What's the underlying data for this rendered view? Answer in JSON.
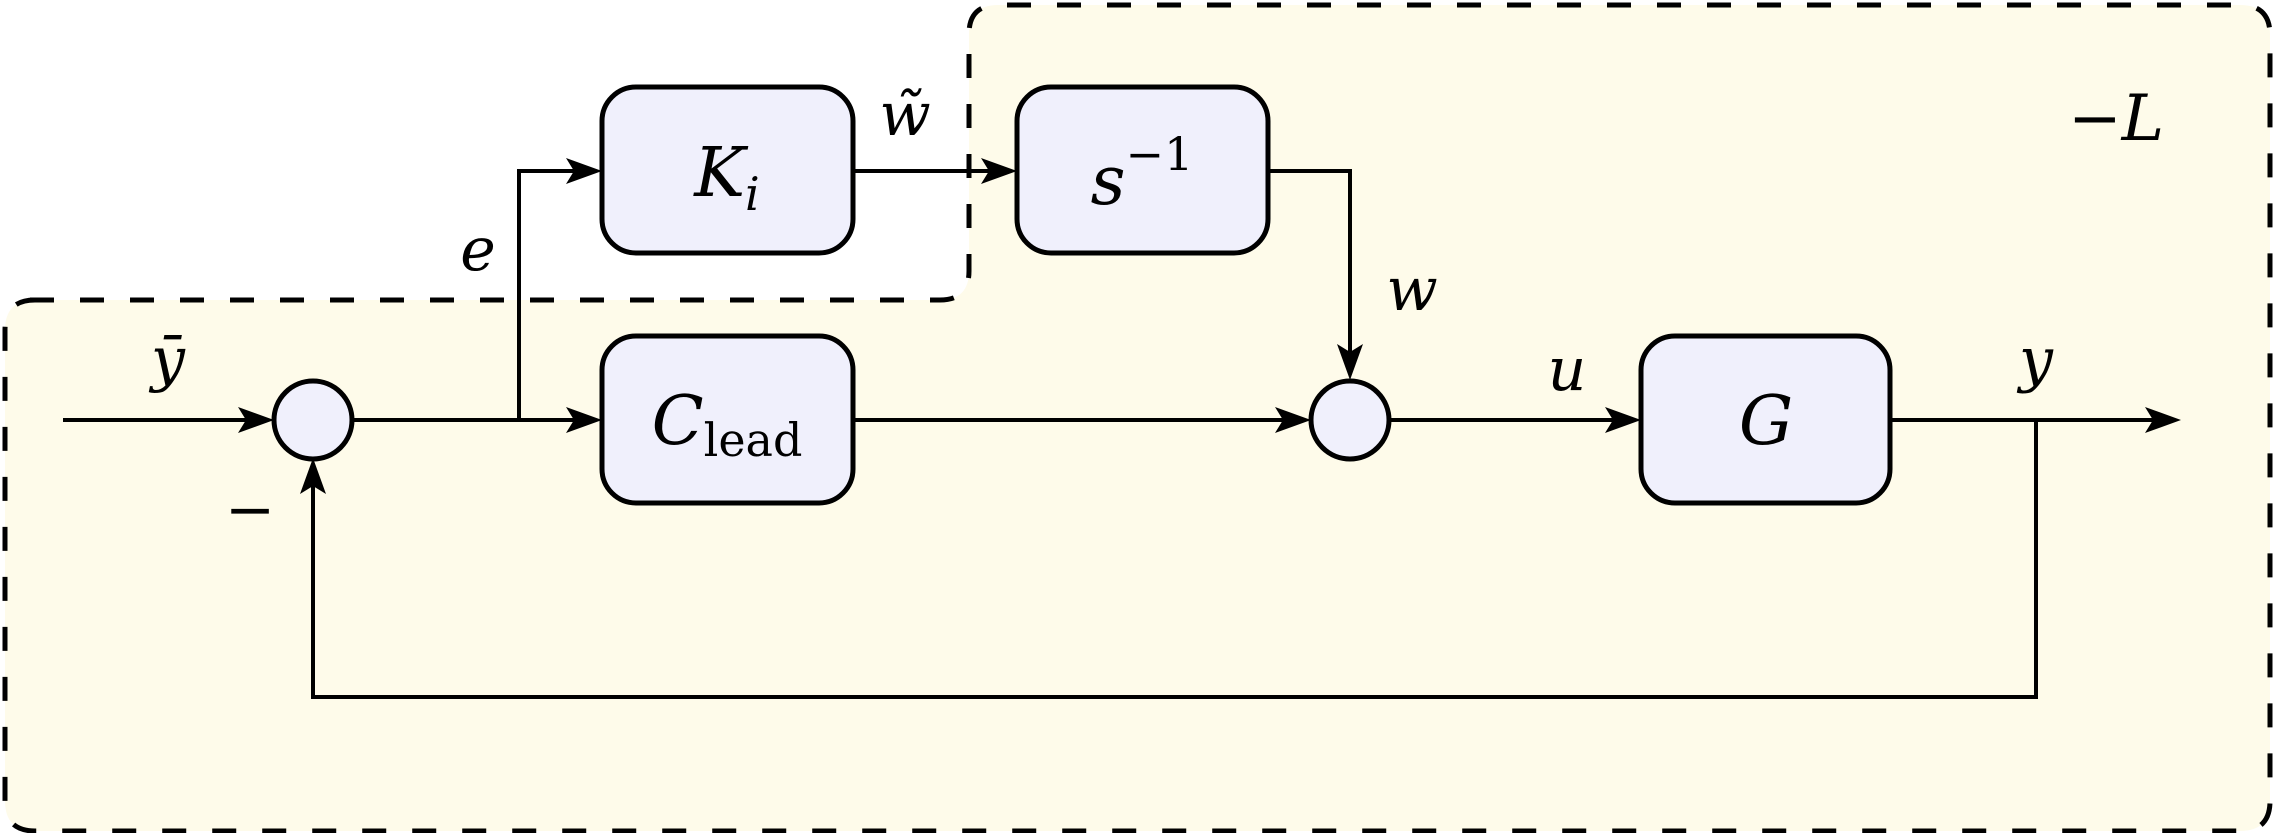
{
  "diagram": {
    "title": "",
    "region_label": "−L",
    "colors": {
      "region_fill": "#fefbea",
      "block_fill": "#f0f0fc",
      "stroke": "#000000"
    },
    "blocks": {
      "ki": {
        "main": "K",
        "sub": "i"
      },
      "integrator": {
        "main": "s",
        "sup": "−1"
      },
      "clead": {
        "main": "C",
        "sub": "lead"
      },
      "plant": {
        "main": "G"
      }
    },
    "signals": {
      "reference": "ȳ",
      "error": "e",
      "ki_output": "w̃",
      "integrator_output": "w",
      "control": "u",
      "output": "y"
    },
    "junction_signs": {
      "feedback_sign": "−"
    }
  }
}
